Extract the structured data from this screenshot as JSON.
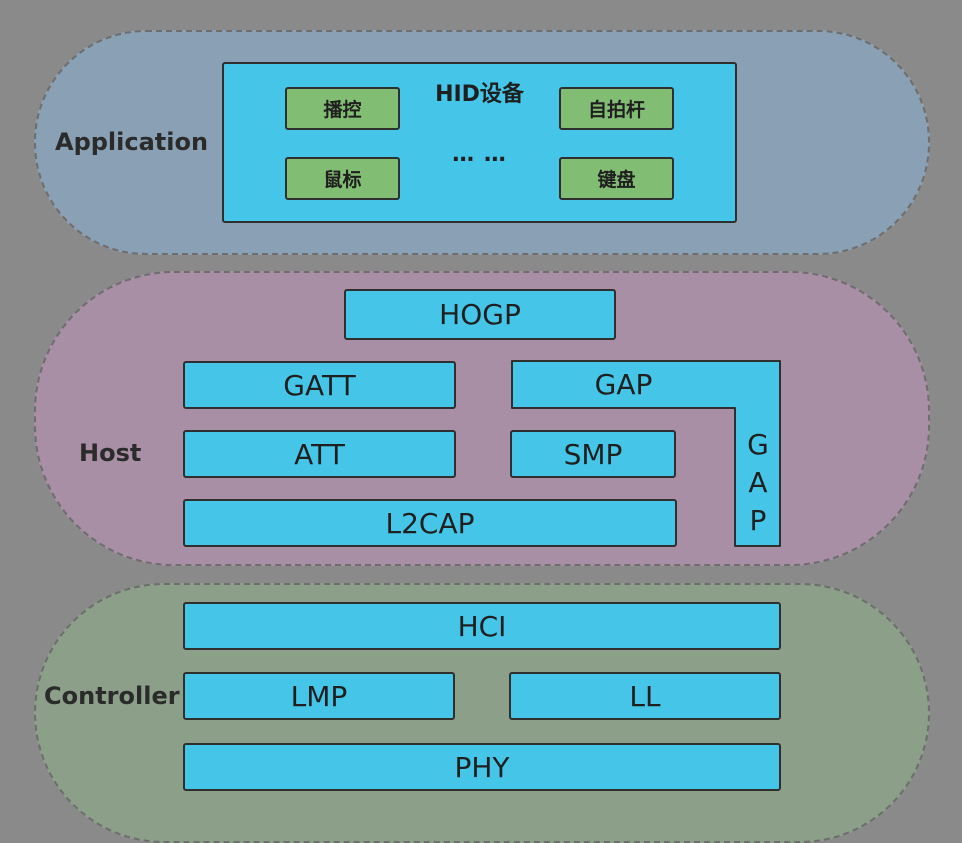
{
  "application": {
    "label": "Application",
    "hid": {
      "title": "HID设备",
      "dots": "… …",
      "devices": [
        "播控",
        "自拍杆",
        "鼠标",
        "键盘"
      ]
    }
  },
  "host": {
    "label": "Host",
    "blocks": {
      "hogp": "HOGP",
      "gatt": "GATT",
      "gap": "GAP",
      "att": "ATT",
      "smp": "SMP",
      "l2cap": "L2CAP",
      "gap_vertical": [
        "G",
        "A",
        "P"
      ]
    }
  },
  "controller": {
    "label": "Controller",
    "blocks": {
      "hci": "HCI",
      "lmp": "LMP",
      "ll": "LL",
      "phy": "PHY"
    }
  },
  "colors": {
    "block": "#45c6e8",
    "device": "#82bd74",
    "application_layer": "#8aa0b5",
    "host_layer": "#a88fa6",
    "controller_layer": "#8b9f89"
  }
}
